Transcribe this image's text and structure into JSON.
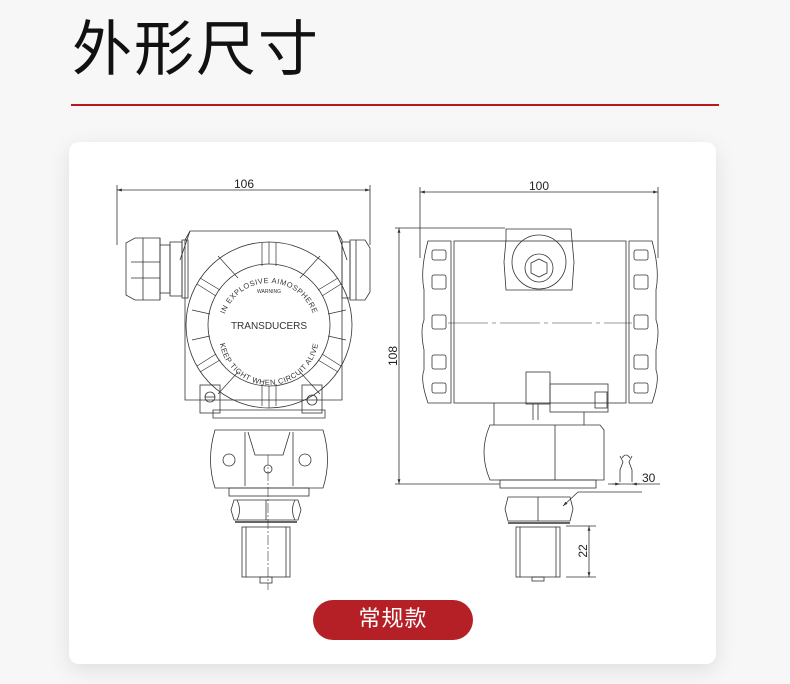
{
  "header": {
    "title": "外形尺寸",
    "accent_color": "#b8181f"
  },
  "drawing": {
    "front_view": {
      "width_dimension": "106",
      "cover_text": {
        "top_arc": "IN EXPLOSIVE AIMOSPHERE",
        "warning": "WARNING",
        "center": "TRANSDUCERS",
        "bottom_arc": "KEEP TIGHT WHEN CIRCUIT ALIVE"
      }
    },
    "side_view": {
      "width_dimension": "100",
      "height_dimension": "108",
      "wrench_size": "30",
      "thread_length": "22"
    }
  },
  "variant_button": {
    "label": "常规款",
    "color": "#b52026"
  }
}
